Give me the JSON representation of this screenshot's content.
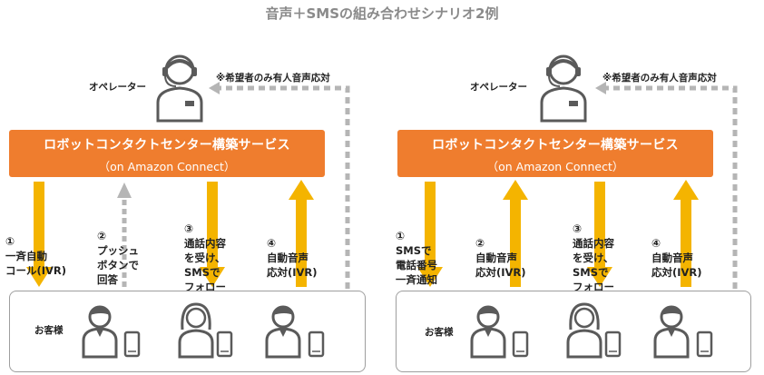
{
  "title": "音声＋SMSの組み合わせシナリオ2例",
  "colors": {
    "orange": "#ef7d2e",
    "arrow_yellow": "#f4b400",
    "arrow_gray": "#b5b5b5",
    "icon_gray": "#5a5a5a"
  },
  "left": {
    "operator_label": "オペレーター",
    "note": "※希望者のみ有人音声応対",
    "banner_line1": "ロボットコンタクトセンター構築サービス",
    "banner_line2": "（on Amazon Connect）",
    "customer_label": "お客様",
    "steps": [
      {
        "num": "①",
        "text": "一斉自動\nコール(IVR)"
      },
      {
        "num": "②",
        "text": "プッシュ\nボタンで\n回答"
      },
      {
        "num": "③",
        "text": "通話内容\nを受け、\nSMSで\nフォロー"
      },
      {
        "num": "④",
        "text": "自動音声\n応対(IVR)"
      }
    ]
  },
  "right": {
    "operator_label": "オペレーター",
    "note": "※希望者のみ有人音声応対",
    "banner_line1": "ロボットコンタクトセンター構築サービス",
    "banner_line2": "（on Amazon Connect）",
    "customer_label": "お客様",
    "steps": [
      {
        "num": "①",
        "text": "SMSで\n電話番号\n一斉通知"
      },
      {
        "num": "②",
        "text": "自動音声\n応対(IVR)"
      },
      {
        "num": "③",
        "text": "通話内容\nを受け、\nSMSで\nフォロー"
      },
      {
        "num": "④",
        "text": "自動音声\n応対(IVR)"
      }
    ]
  }
}
